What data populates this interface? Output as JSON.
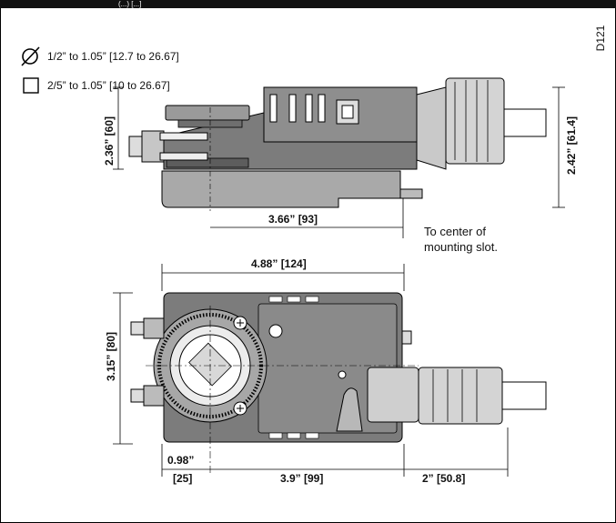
{
  "header": {
    "title": "(...) [...]"
  },
  "drawing_code": "D121",
  "legend": {
    "round": "1/2” to 1.05” [12.7 to 26.67]",
    "square": "2/5” to 1.05” [10 to 26.67]"
  },
  "dims": {
    "side_left": "2.36”  [60]",
    "side_right": "2.42”  [61.4]",
    "side_length": "3.66”  [93]",
    "top_width": "4.88”  [124]",
    "top_height": "3.15”  [80]",
    "bottom_a1": "0.98”",
    "bottom_a2": "[25]",
    "bottom_b": "3.9”  [99]",
    "bottom_c": "2”  [50.8]"
  },
  "note": {
    "line1": "To center of",
    "line2": "mounting slot."
  },
  "colors": {
    "body": "#7c7c7c",
    "body_light": "#bdbdbd",
    "base": "#a9a9a9",
    "header_bg": "#111111"
  }
}
